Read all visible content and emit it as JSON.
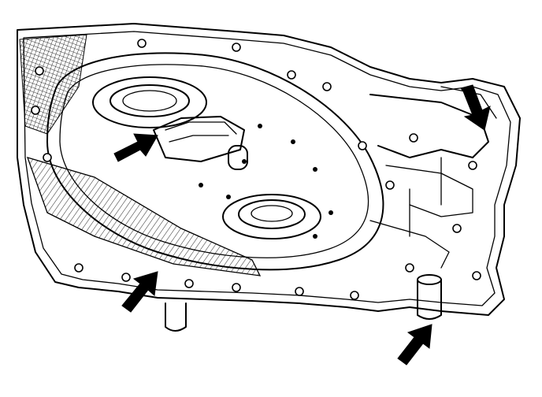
{
  "diagram": {
    "type": "line-drawing",
    "subject": "cover",
    "colors": {
      "line": "#000000",
      "background": "#ffffff",
      "arrow": "#000000"
    },
    "callouts": [
      {
        "name": "callout-arrow-upper-left",
        "icon": "arrow-icon"
      },
      {
        "name": "callout-arrow-upper-right",
        "icon": "arrow-icon"
      },
      {
        "name": "callout-arrow-lower-left",
        "icon": "arrow-icon"
      },
      {
        "name": "callout-arrow-lower-right",
        "icon": "arrow-icon"
      }
    ]
  }
}
